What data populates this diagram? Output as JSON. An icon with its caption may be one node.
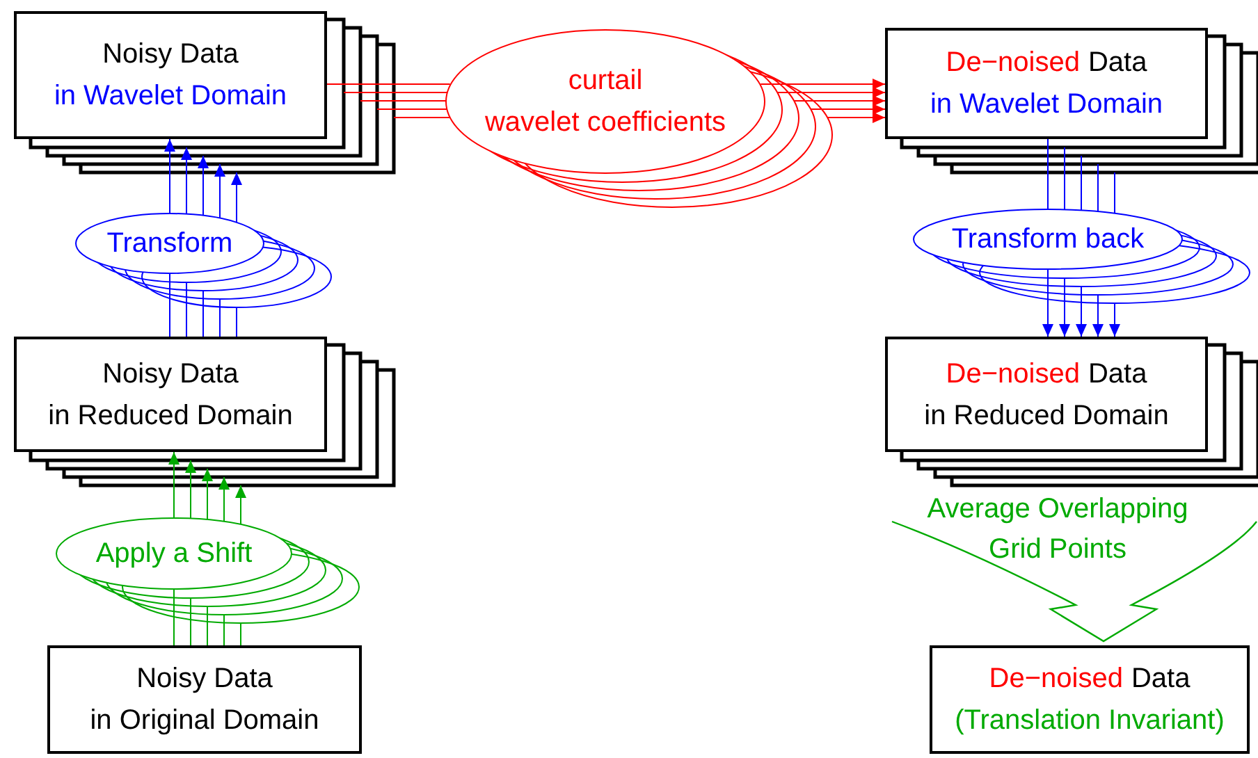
{
  "diagram": {
    "nodes": [
      {
        "text": [
          "Noisy Data",
          "in Wavelet Domain"
        ]
      },
      {
        "text": [
          "Transform"
        ]
      },
      {
        "text": [
          "Noisy Data",
          "in Reduced Domain"
        ]
      },
      {
        "text": [
          "Apply a Shift"
        ]
      },
      {
        "text": [
          "Noisy Data",
          "in Original Domain"
        ]
      },
      {
        "text": [
          "curtail",
          "wavelet coefficients"
        ]
      },
      {
        "text": [
          "De−noised",
          "Data",
          "in Wavelet Domain"
        ]
      },
      {
        "text": [
          "Transform back"
        ]
      },
      {
        "text": [
          "De−noised",
          "Data",
          "in Reduced Domain"
        ]
      },
      {
        "text": [
          "Average Overlapping Grid Points"
        ]
      },
      {
        "text": [
          "De−noised",
          "Data",
          "(Translation Invariant)"
        ]
      }
    ],
    "edges": [
      {
        "from": 4,
        "to": 3,
        "arrow": "none",
        "color": "#00aa00"
      },
      {
        "from": 4,
        "to": 3,
        "arrow": "none",
        "color": "#00aa00"
      },
      {
        "from": 4,
        "to": 3,
        "arrow": "none",
        "color": "#00aa00"
      },
      {
        "from": 4,
        "to": 3,
        "arrow": "none",
        "color": "#00aa00"
      },
      {
        "from": 4,
        "to": 3,
        "arrow": "none",
        "color": "#00aa00"
      },
      {
        "from": 3,
        "to": 2,
        "arrow": "to",
        "color": "#00aa00"
      },
      {
        "from": 3,
        "to": 2,
        "arrow": "to",
        "color": "#00aa00"
      },
      {
        "from": 3,
        "to": 2,
        "arrow": "to",
        "color": "#00aa00"
      },
      {
        "from": 3,
        "to": 2,
        "arrow": "to",
        "color": "#00aa00"
      },
      {
        "from": 3,
        "to": 2,
        "arrow": "to",
        "color": "#00aa00"
      },
      {
        "from": 2,
        "to": 1,
        "arrow": "none"
      },
      {
        "from": 2,
        "to": 1,
        "arrow": "none"
      },
      {
        "from": 2,
        "to": 1,
        "arrow": "none"
      },
      {
        "from": 2,
        "to": 1,
        "arrow": "none"
      },
      {
        "from": 2,
        "to": 1,
        "arrow": "none"
      },
      {
        "from": 1,
        "to": 0,
        "arrow": "to"
      },
      {
        "from": 1,
        "to": 0,
        "arrow": "to"
      },
      {
        "from": 1,
        "to": 0,
        "arrow": "to"
      },
      {
        "from": 1,
        "to": 0,
        "arrow": "to"
      },
      {
        "from": 1,
        "to": 0,
        "arrow": "to"
      },
      {
        "from": 0,
        "to": 5,
        "arrow": "none",
        "color": "#ff0000"
      },
      {
        "from": 0,
        "to": 5,
        "arrow": "none",
        "color": "#ff0000"
      },
      {
        "from": 0,
        "to": 5,
        "arrow": "none",
        "color": "#ff0000"
      },
      {
        "from": 0,
        "to": 5,
        "arrow": "none",
        "color": "#ff0000"
      },
      {
        "from": 0,
        "to": 5,
        "arrow": "none",
        "color": "#ff0000"
      },
      {
        "from": 5,
        "to": 6,
        "arrow": "to",
        "color": "#ff0000"
      },
      {
        "from": 5,
        "to": 6,
        "arrow": "to",
        "color": "#ff0000"
      },
      {
        "from": 5,
        "to": 6,
        "arrow": "to",
        "color": "#ff0000"
      },
      {
        "from": 5,
        "to": 6,
        "arrow": "to",
        "color": "#ff0000"
      },
      {
        "from": 5,
        "to": 6,
        "arrow": "to",
        "color": "#ff0000"
      },
      {
        "from": 6,
        "to": 7,
        "arrow": "none"
      },
      {
        "from": 6,
        "to": 7,
        "arrow": "none"
      },
      {
        "from": 6,
        "to": 7,
        "arrow": "none"
      },
      {
        "from": 6,
        "to": 7,
        "arrow": "none"
      },
      {
        "from": 6,
        "to": 7,
        "arrow": "none"
      },
      {
        "from": 7,
        "to": 8,
        "arrow": "to"
      },
      {
        "from": 7,
        "to": 8,
        "arrow": "to"
      },
      {
        "from": 7,
        "to": 8,
        "arrow": "to"
      },
      {
        "from": 7,
        "to": 8,
        "arrow": "to"
      },
      {
        "from": 7,
        "to": 8,
        "arrow": "to"
      }
    ]
  }
}
